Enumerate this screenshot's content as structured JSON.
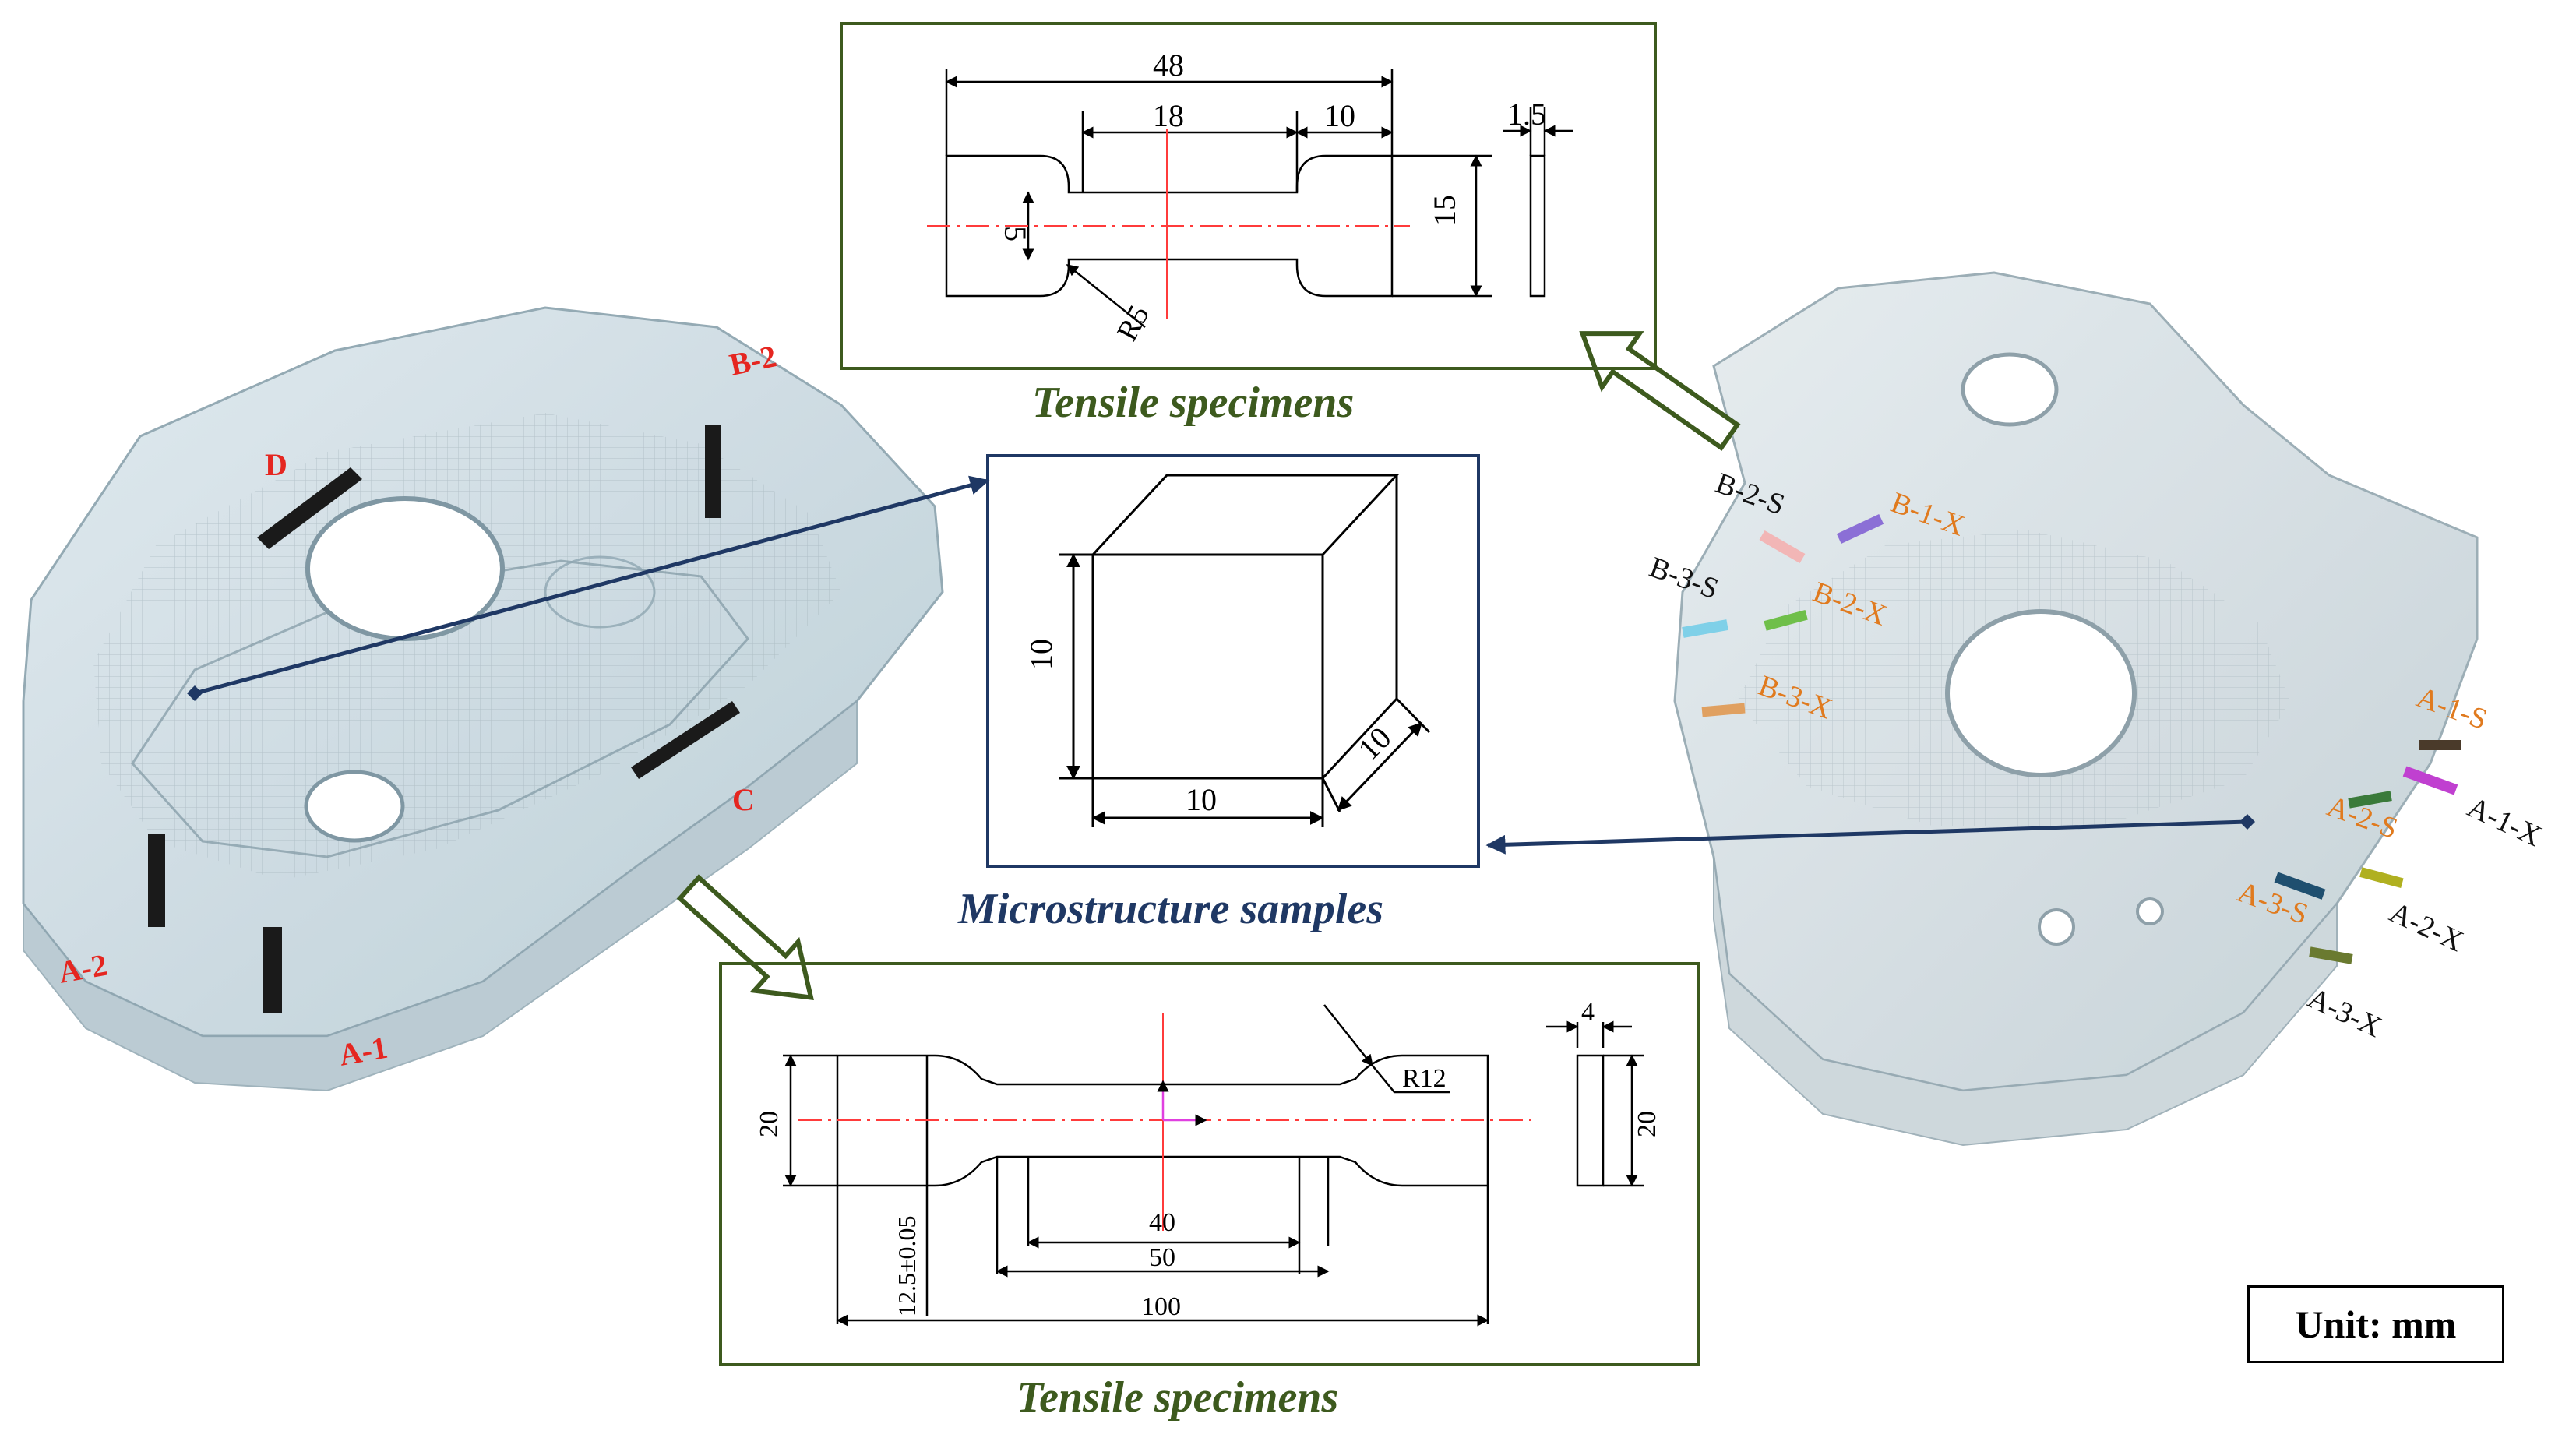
{
  "colors": {
    "frame_green": "#3d5a1e",
    "frame_navy": "#1f3864",
    "label_red": "#e52620",
    "label_orange": "#e07a1e",
    "center_red": "#ff3b3b",
    "connector": "#1f3864"
  },
  "left_part": {
    "labels": [
      "D",
      "B-2",
      "C",
      "A-2",
      "A-1"
    ]
  },
  "right_part": {
    "labels_black": [
      "B-2-S",
      "B-3-S",
      "A-1-X",
      "A-2-X",
      "A-3-X"
    ],
    "labels_orange": [
      "B-1-X",
      "B-2-X",
      "B-3-X",
      "A-1-S",
      "A-2-S",
      "A-3-S"
    ]
  },
  "top_specimen": {
    "caption": "Tensile specimens",
    "dims": {
      "total_length": "48",
      "gauge_length": "18",
      "grip_length": "10",
      "thickness": "1.5",
      "gauge_width": "5",
      "grip_width": "15",
      "radius": "R5"
    }
  },
  "middle_sample": {
    "caption": "Microstructure  samples",
    "dims": {
      "height": "10",
      "width": "10",
      "depth": "10"
    }
  },
  "bottom_specimen": {
    "caption": "Tensile specimens",
    "dims": {
      "radius": "R12",
      "thickness": "4",
      "grip_width": "20",
      "side_width": "20",
      "gauge_length": "40",
      "parallel_length": "50",
      "gauge_width": "12.5±0.05",
      "total_length": "100"
    }
  },
  "unit": "Unit: mm"
}
